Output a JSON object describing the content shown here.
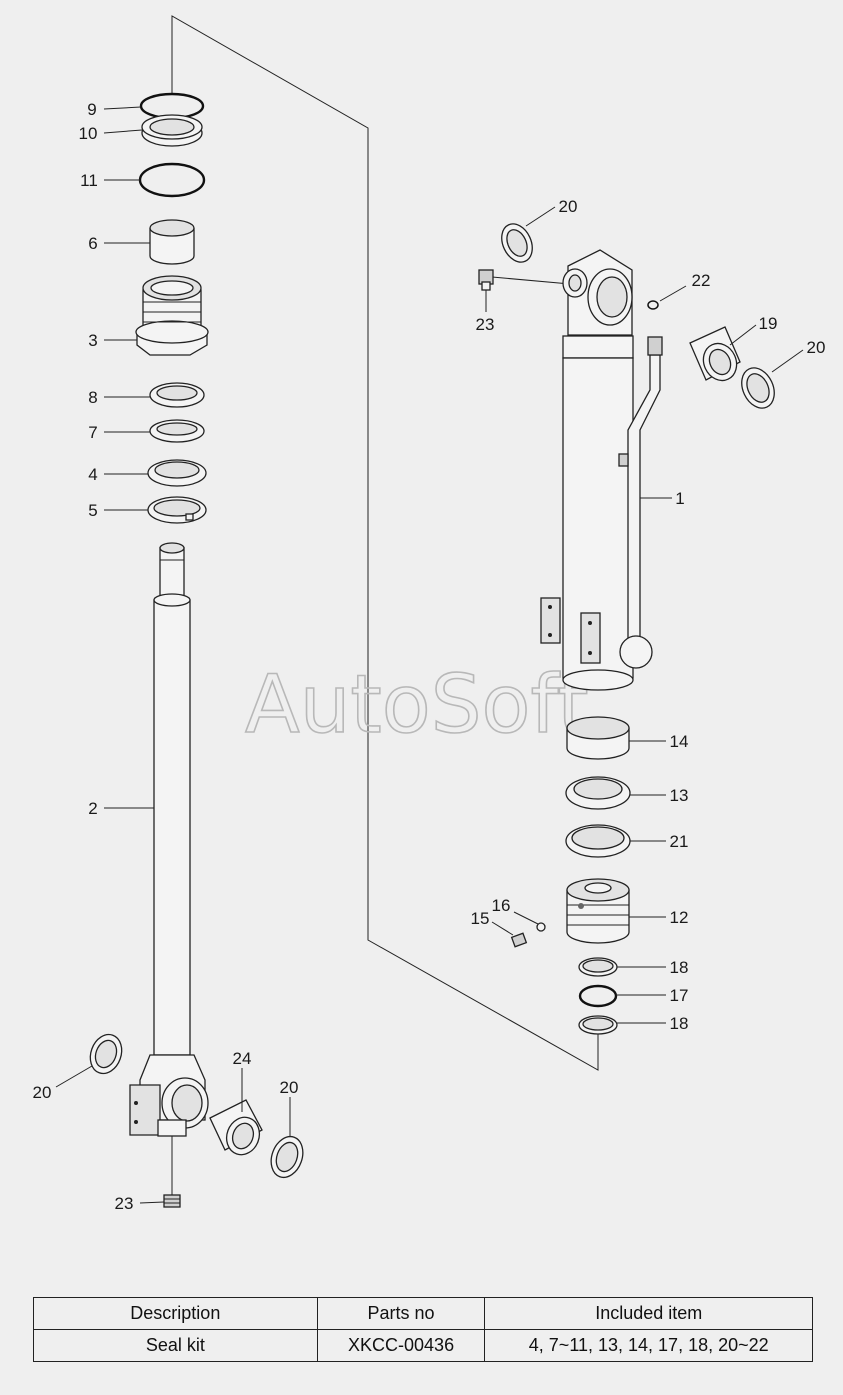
{
  "watermark": "AutoSoft",
  "callouts": {
    "c9": "9",
    "c10": "10",
    "c11": "11",
    "c6": "6",
    "c3": "3",
    "c8": "8",
    "c7": "7",
    "c4": "4",
    "c5": "5",
    "c2": "2",
    "c20a": "20",
    "c24": "24",
    "c20b": "20",
    "c23a": "23",
    "c20c": "20",
    "c23b": "23",
    "c22": "22",
    "c19": "19",
    "c20d": "20",
    "c1": "1",
    "c14": "14",
    "c13": "13",
    "c21": "21",
    "c16": "16",
    "c15": "15",
    "c12": "12",
    "c18a": "18",
    "c17": "17",
    "c18b": "18"
  },
  "table": {
    "headers": [
      "Description",
      "Parts no",
      "Included item"
    ],
    "rows": [
      [
        "Seal kit",
        "XKCC-00436",
        "4, 7~11, 13, 14, 17, 18, 20~22"
      ]
    ]
  }
}
